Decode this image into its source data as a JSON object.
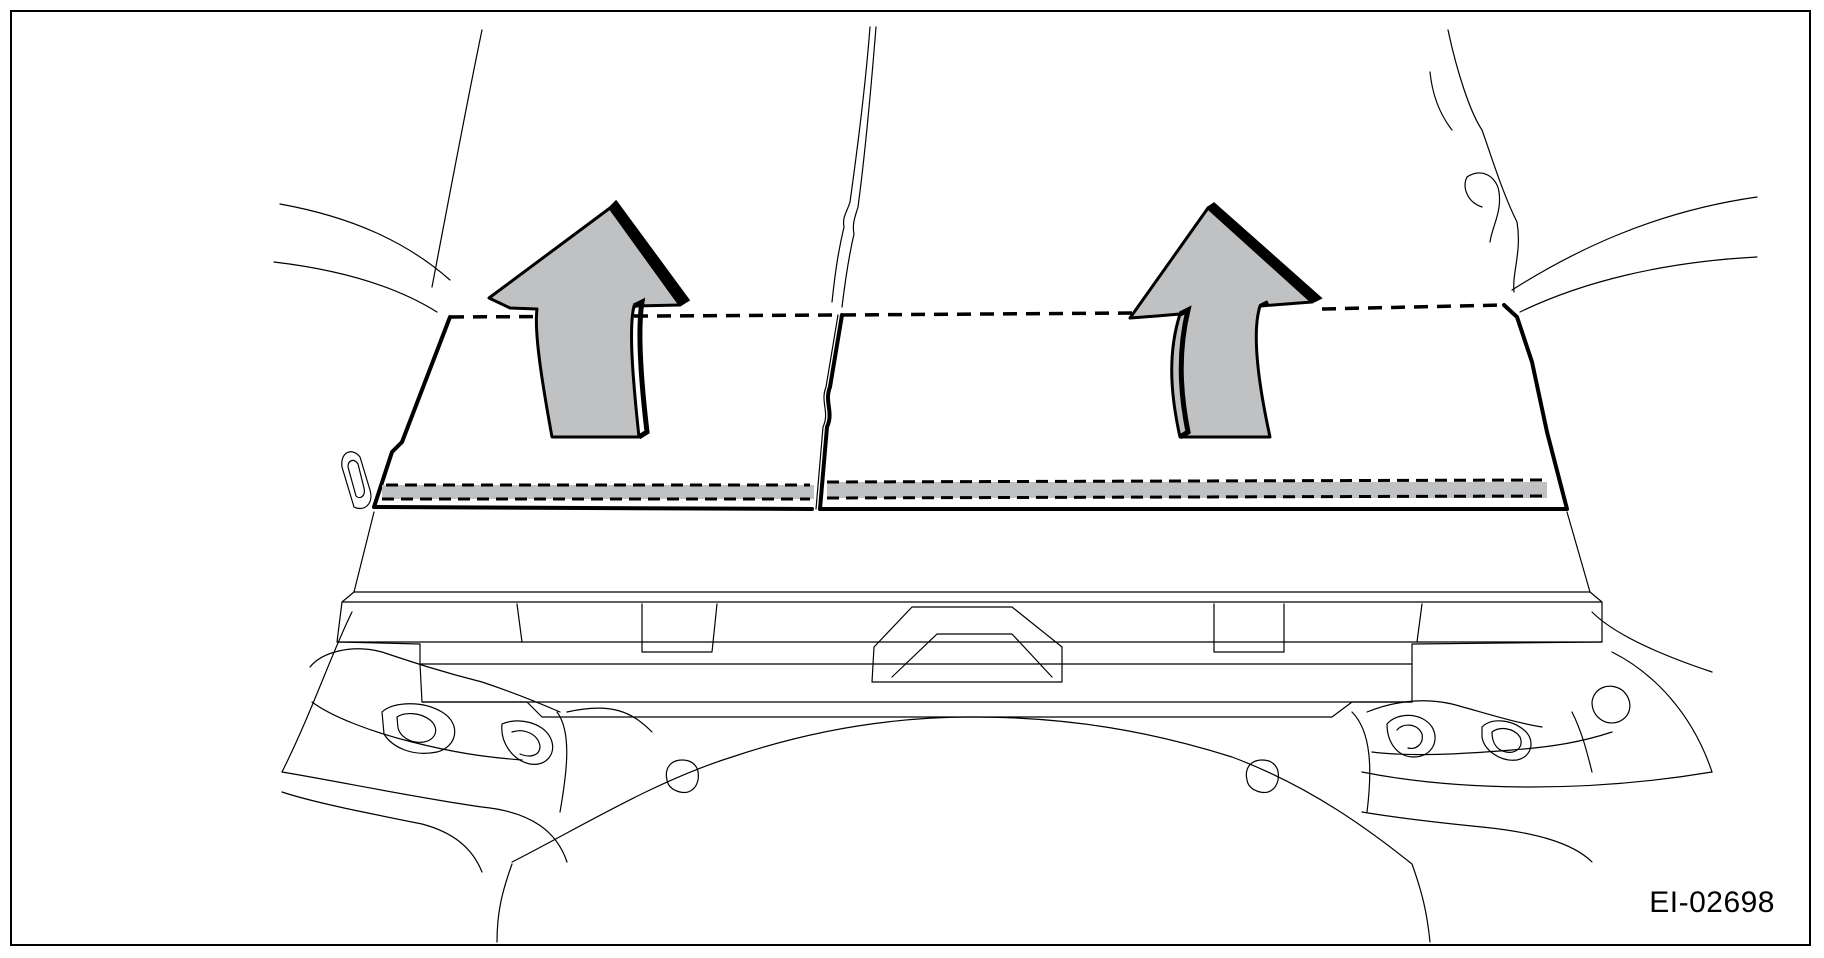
{
  "figure": {
    "id_label": "EI-02698"
  },
  "colors": {
    "line": "#000000",
    "arrow_fill": "#c0c1c3",
    "clip_strip": "#c0c1c3",
    "background": "#ffffff"
  },
  "parts": [
    "left-trim-panel",
    "right-trim-panel",
    "removal-arrow-left",
    "removal-arrow-right",
    "clip-strip-left",
    "clip-strip-right",
    "trunk-rear-structure"
  ]
}
